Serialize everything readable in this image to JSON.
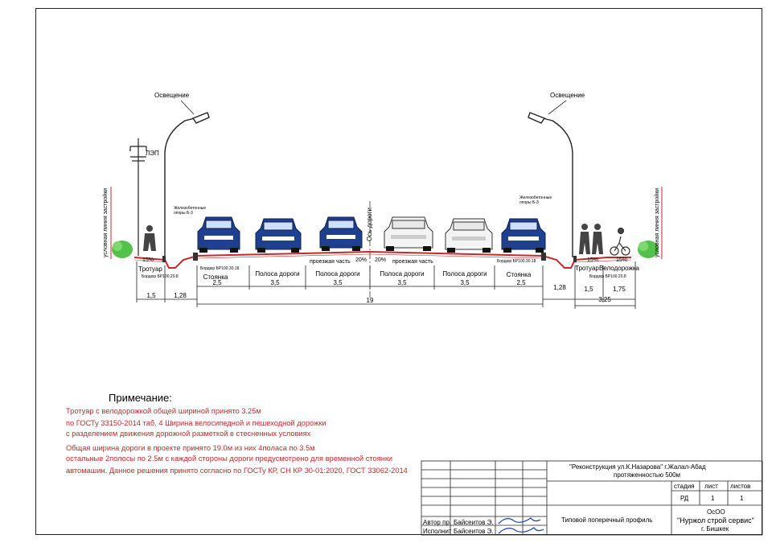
{
  "drawing": {
    "lighting_left": "Освещение",
    "lighting_right": "Освещение",
    "power_line": "ЛЭП",
    "building_line_left": "условная линия застройки",
    "building_line_right": "условная линия застройки",
    "axis_label": "Ось дороги",
    "fence_left": "Железобетонные\nопоры Б-3",
    "fence_right": "Железобетонные\nопоры Б-3",
    "curb_left_small": "Бордюр БР100.20.8",
    "curb_left_big": "Бордюр БР100.30.18",
    "curb_right_big": "Бордюр БР100.30.18",
    "curb_right_small": "Бордюр БР100.20.8",
    "carriageway_1": "проезжая часть",
    "carriageway_2": "проезжая часть",
    "slope_sidewalk_left": "15%",
    "slope_road_left": "20%",
    "slope_road_right": "20%",
    "slope_sidewalk_right": "15%",
    "slope_bike_right": "15%",
    "segments": {
      "sidewalk_left": "Тротуар",
      "parking_left": "Стоянка",
      "lane_1": "Полоса дороги",
      "lane_2": "Полоса дороги",
      "lane_3": "Полоса дороги",
      "lane_4": "Полоса дороги",
      "parking_right": "Стоянка",
      "sidewalk_right": "Тротуар",
      "bike_right": "Велодорожка"
    },
    "widths": {
      "parking_left": "2,5",
      "lane_1": "3,5",
      "lane_2": "3,5",
      "lane_3": "3,5",
      "lane_4": "3,5",
      "parking_right": "2,5",
      "sidewalk_left": "1,5",
      "ditch_left": "1,28",
      "total": "19",
      "ditch_right": "1,28",
      "sidewalk_right": "1,5",
      "bike_right": "1,75",
      "sidewalk_bike_total": "3,25"
    }
  },
  "notes": {
    "title": "Примечание:",
    "line1": "Тротуар с велодорожкой общей шириной принято 3.25м",
    "line2": "по ГОСТу 33150-2014 таб. 4 Ширина велосипедной и пешеходной дорожки",
    "line3": "с разделением движения дорожной разметкой в стесненных условиях",
    "line4": "Общая ширина дороги в проекте принято 19.0м из них 4полаca по 3.5м",
    "line5": "остальные 2полосы по 2.5м с каждой стороны дороги предусмотрено для временной стоянки",
    "line6": "автомашин. Данное решения принято согласно по ГОСТу КР, СН КР 30-01:2020, ГОСТ 33062-2014"
  },
  "title_block": {
    "project_line1": "\"Реконструкция ул.К.Назарова\" г.Жалал-Абад",
    "project_line2": "протяженностью 500м",
    "stage_header": "стадия",
    "sheet_header": "лист",
    "sheets_header": "листов",
    "stage_value": "РД",
    "sheet_value": "1",
    "sheets_value": "1",
    "drawing_name": "Типовой поперечный профиль",
    "company_line1": "ОсОО",
    "company_line2": "\"Нуржол строй сервис\"",
    "company_line3": "г. Бишкек",
    "author_role": "Автор пр.",
    "author_name": "Байсеитов Э.",
    "executor_role": "Исполнит",
    "executor_name": "Байсеитов Э."
  },
  "colors": {
    "road_line": "#c62a2a",
    "car_blue": "#1f3f8f",
    "car_white": "#f4f4f4",
    "bush": "#52c24b",
    "note_red": "#c62a2a"
  }
}
